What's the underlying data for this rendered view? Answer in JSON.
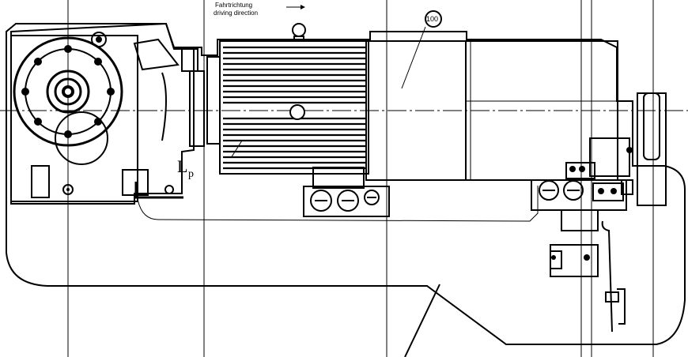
{
  "direction_label_de": "Fahrtrichtung",
  "direction_label_en": "driving direction",
  "lp_label_main": "L",
  "lp_label_sub": "p",
  "reference_number": "100",
  "colors": {
    "ink": "#000000",
    "paper": "#ffffff"
  }
}
